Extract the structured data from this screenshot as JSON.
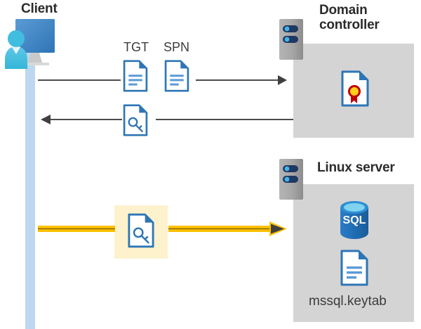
{
  "diagram": {
    "type": "sequence-diagram",
    "title_hidden": "Kerberos authentication flow between Client, Domain controller and Linux server",
    "background": "#ffffff"
  },
  "actors": {
    "client": {
      "label": "Client",
      "icon": "client-workstation-icon",
      "lifeline_color": "#bdd7ee"
    },
    "domain_controller": {
      "label": "Domain\ncontroller",
      "label_line1": "Domain",
      "label_line2": "controller",
      "icon": "server-rack-icon",
      "panel_color": "#d4d4d4",
      "contents": [
        {
          "name": "certificate-icon",
          "label": ""
        }
      ]
    },
    "linux_server": {
      "label": "Linux server",
      "icon": "server-rack-icon",
      "panel_color": "#d4d4d4",
      "contents": [
        {
          "name": "sql-database-icon",
          "label": "SQL"
        },
        {
          "name": "keytab-document-icon",
          "label": "mssql.keytab"
        }
      ]
    }
  },
  "messages": [
    {
      "id": "msg-tgt-spn",
      "direction": "client-to-dc",
      "color": "#4d4d4d",
      "artifacts": [
        {
          "label": "TGT",
          "icon": "document-text-icon"
        },
        {
          "label": "SPN",
          "icon": "document-text-icon"
        }
      ]
    },
    {
      "id": "msg-service-ticket",
      "direction": "dc-to-client",
      "color": "#4d4d4d",
      "artifacts": [
        {
          "label": "",
          "icon": "document-key-icon"
        }
      ]
    },
    {
      "id": "msg-keytab-auth",
      "direction": "client-to-linux",
      "color": "#ffc000",
      "highlighted": true,
      "highlight_color": "#fdf2cc",
      "artifacts": [
        {
          "label": "",
          "icon": "document-key-icon"
        }
      ]
    }
  ],
  "labels": {
    "tgt": "TGT",
    "spn": "SPN",
    "keytab_file": "mssql.keytab",
    "sql": "SQL"
  },
  "colors": {
    "panel_gray": "#d4d4d4",
    "lifeline_blue": "#bdd7ee",
    "doc_blue": "#2e75b6",
    "doc_blue_dark": "#1f6fc0",
    "arrow_gray": "#4d4d4d",
    "arrow_yellow": "#ffc000",
    "highlight_yellow": "#fdf2cc",
    "server_gray": "#9e9e9e",
    "server_navy": "#1f3864",
    "server_cyan": "#41b6e6",
    "sql_blue": "#1f6bb0",
    "cert_red": "#c00000",
    "cert_gold": "#ffcc00",
    "title_text": "#2b2b2b",
    "label_text": "#3c3c3c"
  }
}
